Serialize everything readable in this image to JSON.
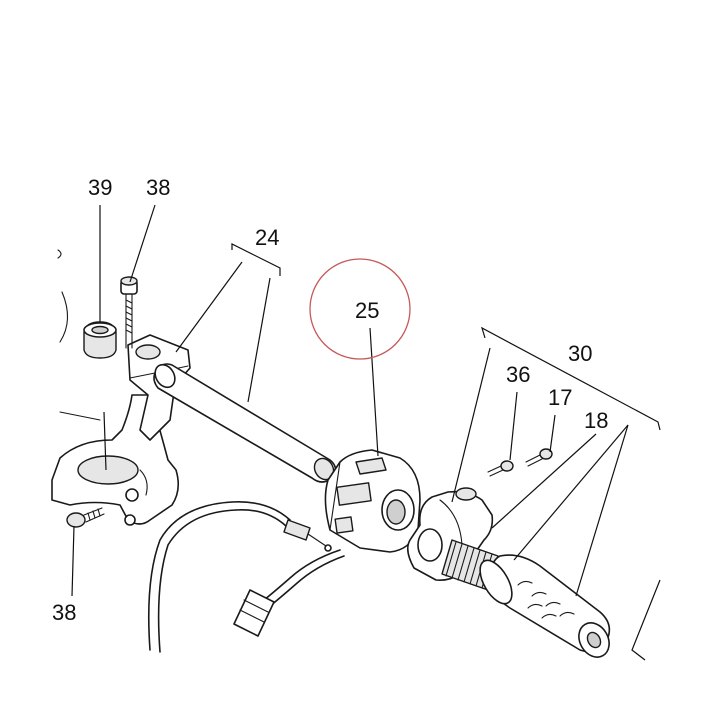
{
  "callouts": {
    "p39": "39",
    "p38_top": "38",
    "p24": "24",
    "p25": "25",
    "p30": "30",
    "p36": "36",
    "p17": "17",
    "p18": "18",
    "p38_bottom": "38"
  },
  "colors": {
    "line": "#1a1a1a",
    "highlight_circle": "#c45a5a"
  }
}
